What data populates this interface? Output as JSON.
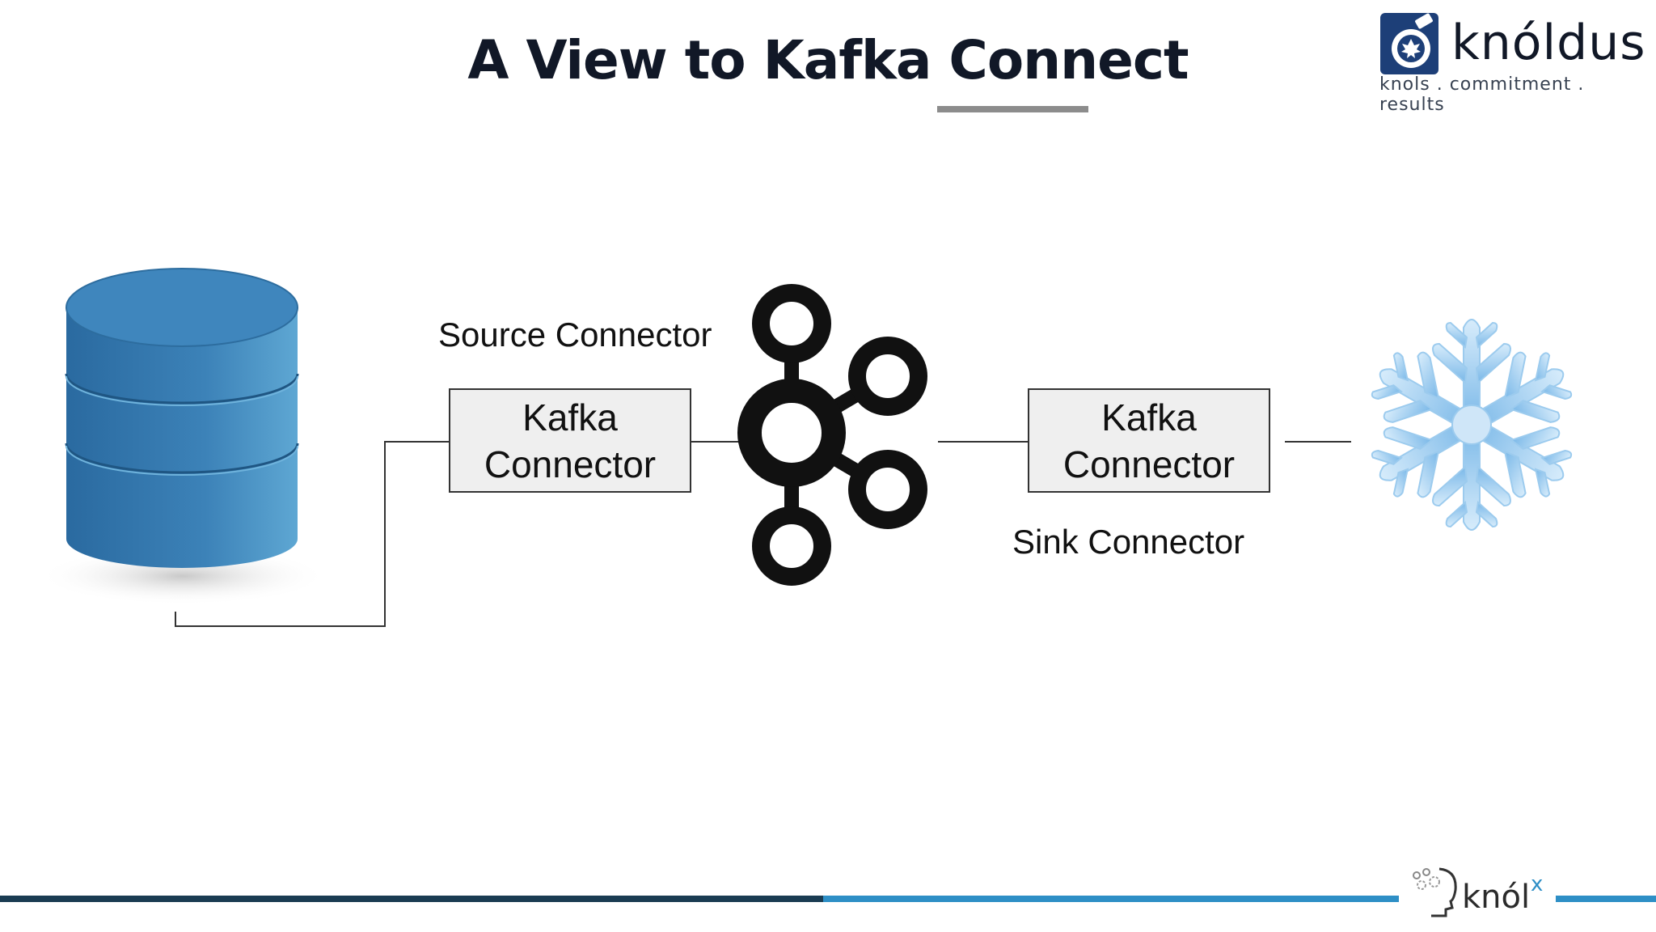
{
  "title": "A View to Kafka Connect",
  "brand": {
    "name": "knóldus",
    "tagline": "knols . commitment . results"
  },
  "diagram": {
    "source_label": "Source Connector",
    "sink_label": "Sink Connector",
    "left_connector": [
      "Kafka",
      "Connector"
    ],
    "right_connector": [
      "Kafka",
      "Connector"
    ],
    "icons": {
      "source": "database-icon",
      "hub": "kafka-logo-icon",
      "sink": "snowflake-icon"
    }
  },
  "footer": {
    "logo_name": "knól",
    "logo_sup": "x"
  },
  "colors": {
    "footer_dark": "#1a3c52",
    "footer_light": "#2e8fc6",
    "database": "#3c82b8",
    "snowflake": "#8fc6ef",
    "brand_blue": "#1d3f78"
  }
}
